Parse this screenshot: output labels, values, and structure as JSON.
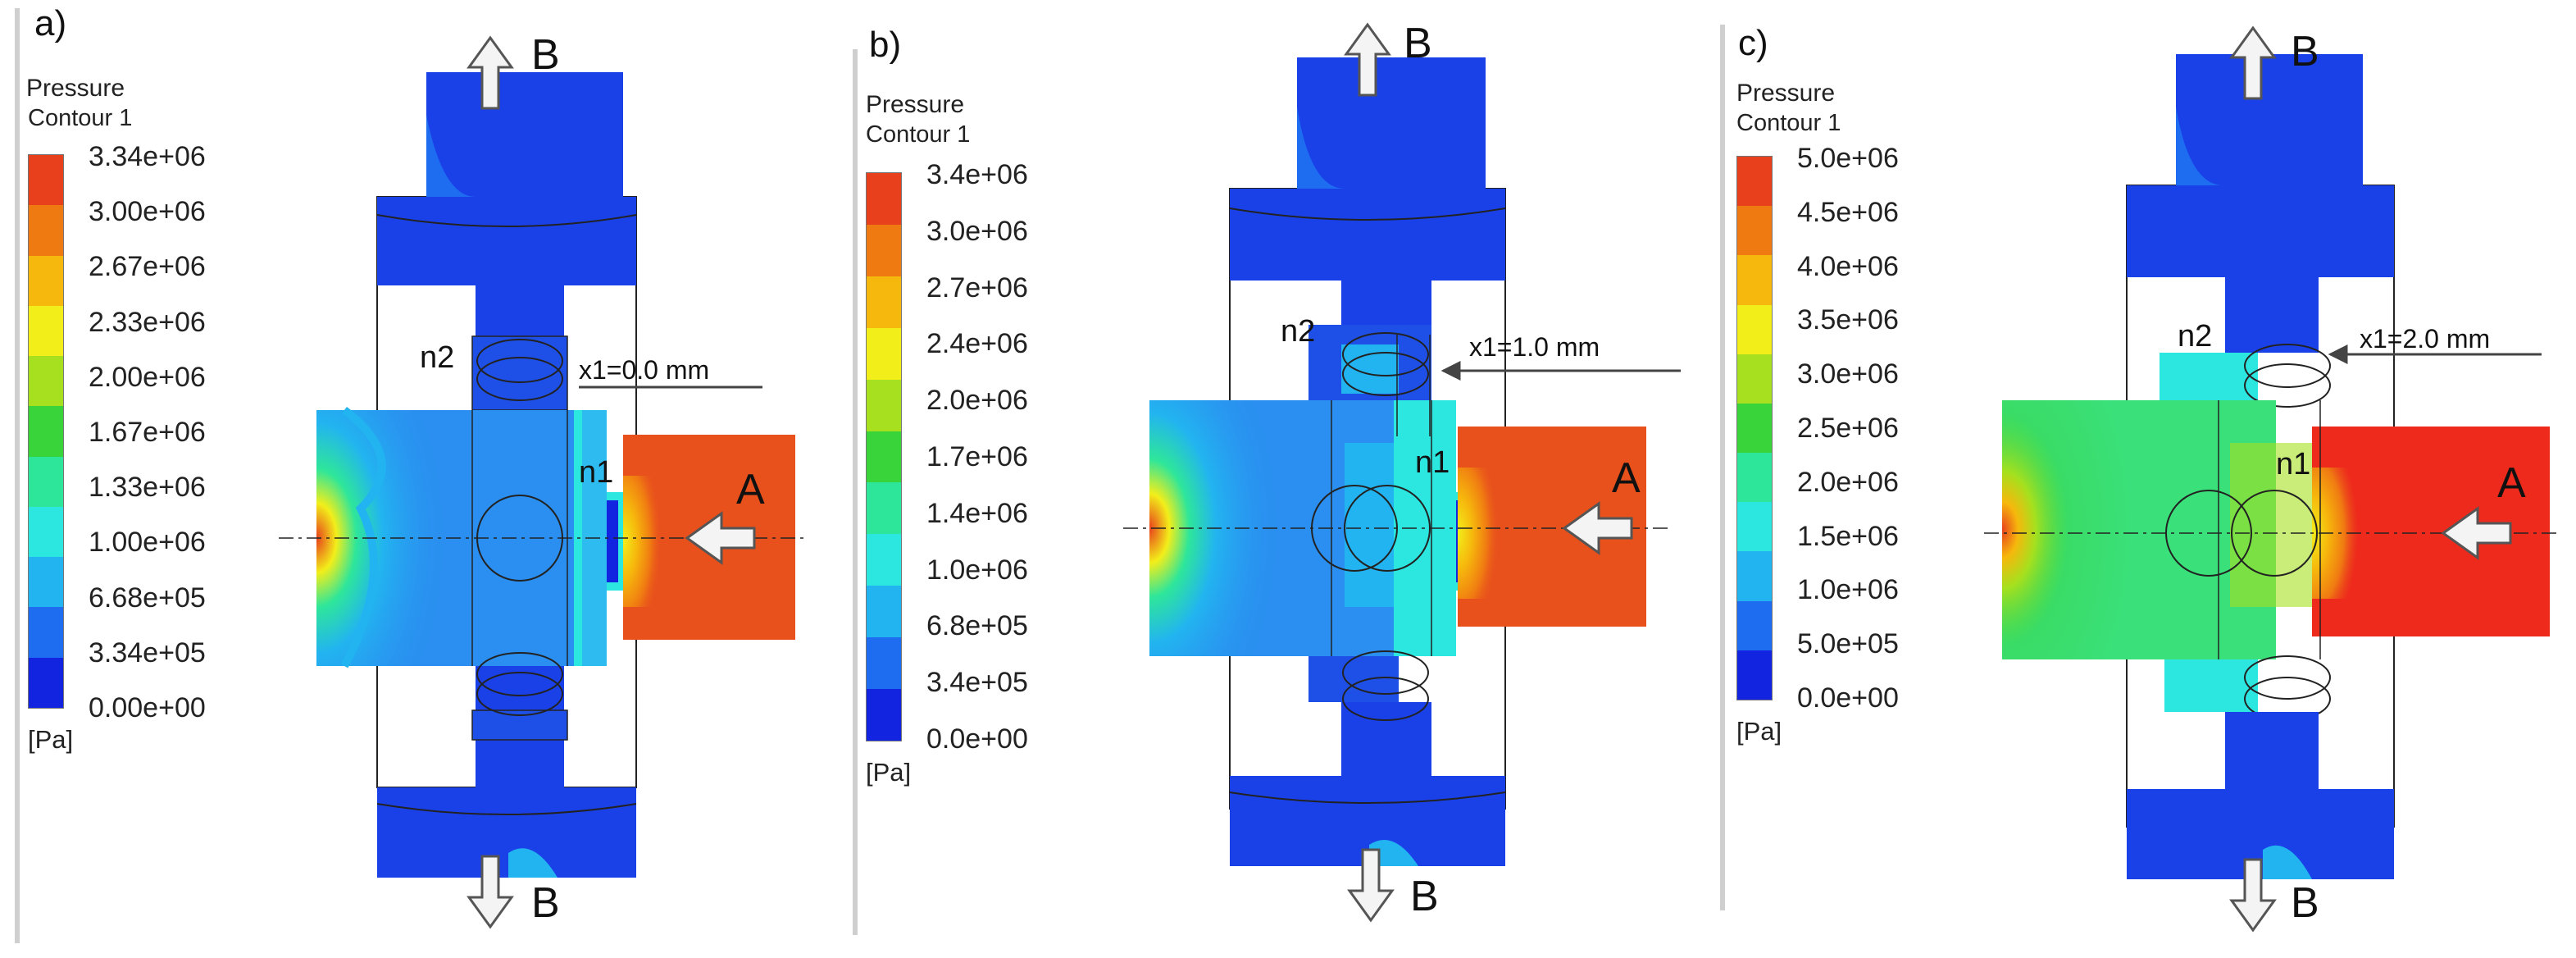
{
  "panels": [
    {
      "label": "a)",
      "legend": {
        "title": "Pressure",
        "subtitle": "Contour 1",
        "unit": "[Pa]",
        "ticks": [
          "3.34e+06",
          "3.00e+06",
          "2.67e+06",
          "2.33e+06",
          "2.00e+06",
          "1.67e+06",
          "1.33e+06",
          "1.00e+06",
          "6.68e+05",
          "3.34e+05",
          "0.00e+00"
        ]
      },
      "annotations": {
        "top_arrow": "B",
        "bottom_arrow": "B",
        "inlet": "A",
        "node1": "n1",
        "node2": "n2",
        "offset": "x1=0.0 mm"
      }
    },
    {
      "label": "b)",
      "legend": {
        "title": "Pressure",
        "subtitle": "Contour 1",
        "unit": "[Pa]",
        "ticks": [
          "3.4e+06",
          "3.0e+06",
          "2.7e+06",
          "2.4e+06",
          "2.0e+06",
          "1.7e+06",
          "1.4e+06",
          "1.0e+06",
          "6.8e+05",
          "3.4e+05",
          "0.0e+00"
        ]
      },
      "annotations": {
        "top_arrow": "B",
        "bottom_arrow": "B",
        "inlet": "A",
        "node1": "n1",
        "node2": "n2",
        "offset": "x1=1.0 mm"
      }
    },
    {
      "label": "c)",
      "legend": {
        "title": "Pressure",
        "subtitle": "Contour 1",
        "unit": "[Pa]",
        "ticks": [
          "5.0e+06",
          "4.5e+06",
          "4.0e+06",
          "3.5e+06",
          "3.0e+06",
          "2.5e+06",
          "2.0e+06",
          "1.5e+06",
          "1.0e+06",
          "5.0e+05",
          "0.0e+00"
        ]
      },
      "annotations": {
        "top_arrow": "B",
        "bottom_arrow": "B",
        "inlet": "A",
        "node1": "n1",
        "node2": "n2",
        "offset": "x1=2.0 mm"
      }
    }
  ],
  "colormap": [
    "#e8401c",
    "#f07a12",
    "#f6b80c",
    "#f2ee1a",
    "#a6e01e",
    "#38d43a",
    "#2ee69a",
    "#2ce6e0",
    "#22b4f0",
    "#1e6cf0",
    "#1224e0"
  ],
  "region_colors": {
    "a": {
      "outlet": "#1a40e8",
      "body": "#2a8ff0",
      "inlet": "#e8501c"
    },
    "b": {
      "outlet": "#1a40e8",
      "body": "#2a8ff0",
      "inlet": "#e8501c"
    },
    "c": {
      "outlet": "#1a40e8",
      "body": "#3ae07a",
      "inlet": "#ee2a1c"
    }
  }
}
